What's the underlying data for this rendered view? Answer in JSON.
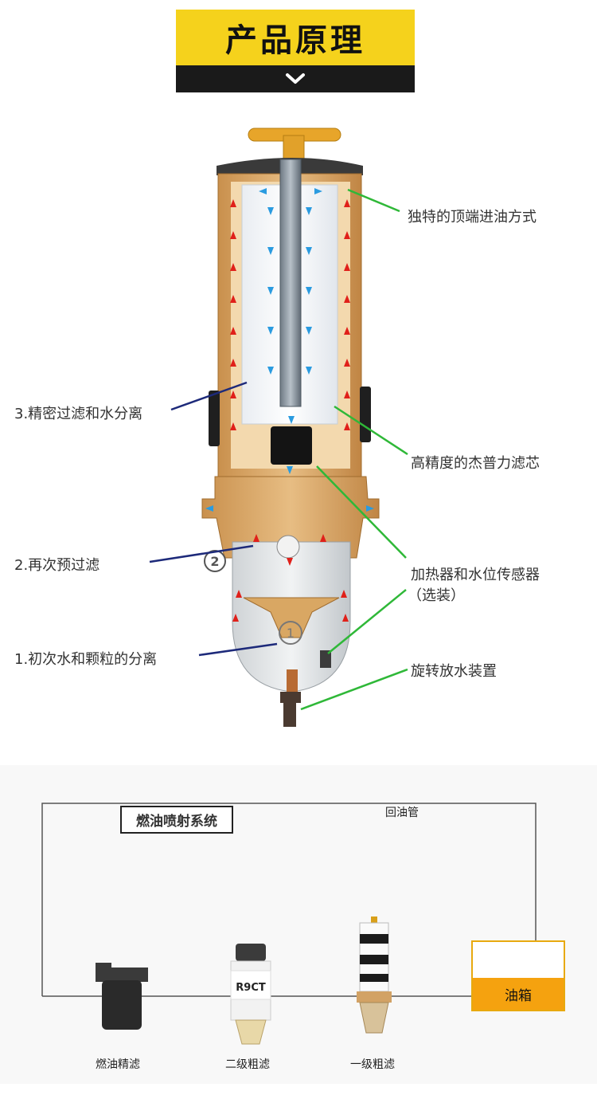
{
  "header": {
    "title": "产品原理",
    "chevron": "chevron-down-icon"
  },
  "labels": {
    "top_inlet": "独特的顶端进油方式",
    "fine_filter": "3.精密过滤和水分离",
    "element": "高精度的杰普力滤芯",
    "prefilter": "2.再次预过滤",
    "heater_line1": "加热器和水位传感器",
    "heater_line2": "（选装）",
    "primary": "1.初次水和颗粒的分离",
    "drain": "旋转放水装置",
    "marker1": "1",
    "marker2": "2"
  },
  "system": {
    "title": "燃油喷射系统",
    "return_pipe": "回油管",
    "tank": "油箱",
    "fine_filter": "燃油精滤",
    "secondary_filter": "二级粗滤",
    "primary_filter": "一级粗滤",
    "secondary_model": "R9CT"
  },
  "colors": {
    "accent_yellow": "#f5d21c",
    "housing_tan": "#d9a763",
    "flow_red": "#e0201a",
    "flow_blue": "#2a9be0",
    "callout_green": "#2fb838",
    "callout_navy": "#1d2a7a",
    "tank_orange": "#f5a20f"
  }
}
